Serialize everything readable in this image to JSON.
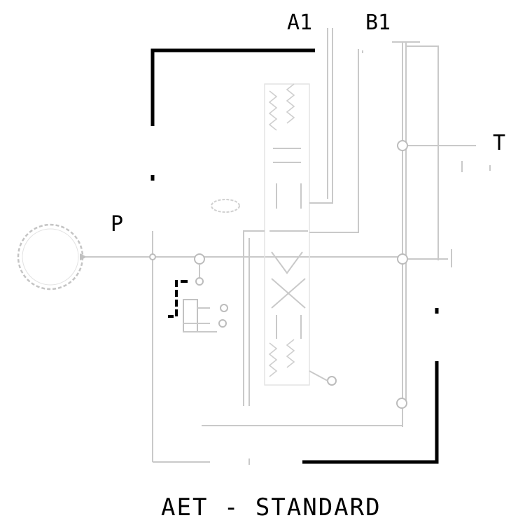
{
  "diagram": {
    "title": "AET - STANDARD",
    "ports": {
      "a1": "A1",
      "b1": "B1",
      "t": "T",
      "p": "P"
    },
    "colors": {
      "background": "#ffffff",
      "line": "#c9c9c9",
      "bold_border": "#000000",
      "text": "#000000"
    },
    "icons": {
      "pump": "pump-circle-icon",
      "valve": "directional-valve-icon",
      "relief": "relief-valve-icon"
    }
  }
}
